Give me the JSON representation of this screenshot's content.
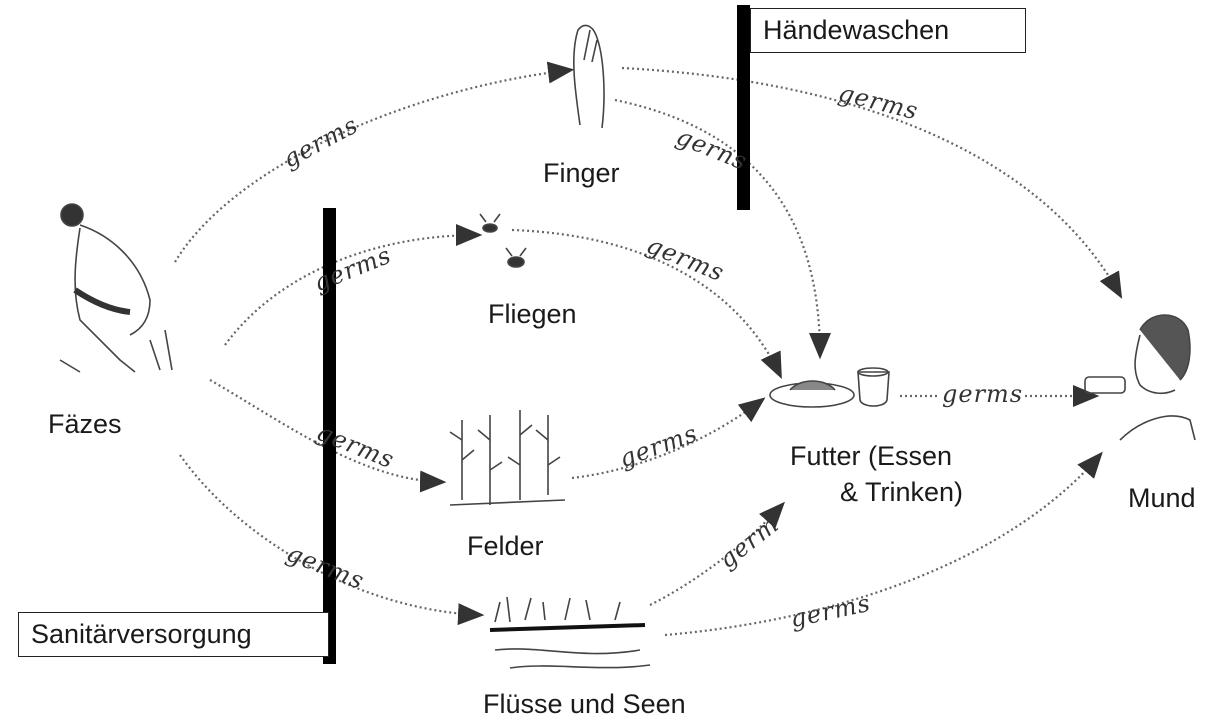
{
  "nodes": {
    "feces": "Fäzes",
    "finger": "Finger",
    "flies": "Fliegen",
    "fields": "Felder",
    "rivers": "Flüsse und Seen",
    "food": "Futter (Essen\n& Trinken)",
    "food_line1": "Futter (Essen",
    "food_line2": "& Trinken)",
    "mouth": "Mund"
  },
  "barriers": {
    "handwashing": "Händewaschen",
    "sanitation": "Sanitärversorgung"
  },
  "arrow_labels": {
    "feces_finger": "germs",
    "finger_mouth": "germs",
    "finger_food": "gerns",
    "feces_flies": "germs",
    "flies_food": "germs",
    "feces_fields": "germs",
    "fields_food": "germs",
    "feces_rivers": "germs",
    "rivers_food": "germ",
    "rivers_mouth": "germs",
    "food_mouth": "germs"
  }
}
